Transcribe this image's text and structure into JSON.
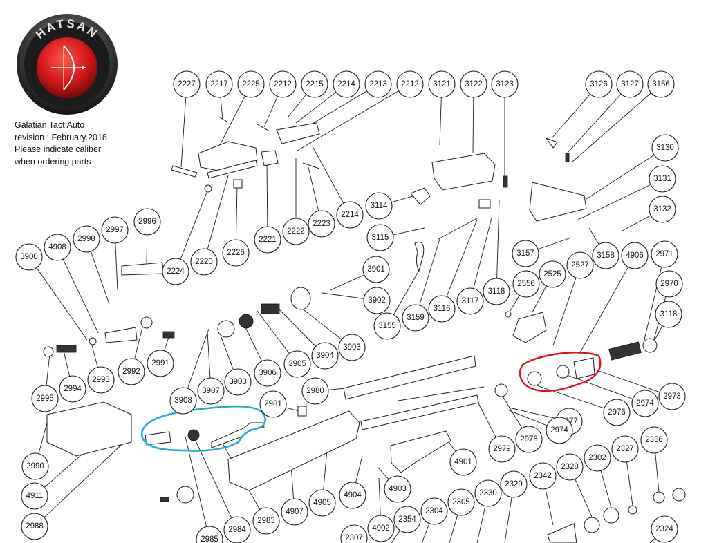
{
  "brand": {
    "logo_text": "HATSAN"
  },
  "info": {
    "model": "Galatian Tact Auto",
    "revision": "revision : February.2018",
    "note_line1": "Please indicate caliber",
    "note_line2": "when ordering parts"
  },
  "callouts": [
    "2227",
    "2217",
    "2225",
    "2212",
    "2215",
    "2214",
    "2213",
    "2212",
    "3121",
    "3122",
    "3123",
    "3126",
    "3127",
    "3156",
    "3130",
    "3131",
    "3132",
    "2214",
    "2223",
    "2222",
    "2221",
    "2226",
    "2220",
    "2224",
    "3114",
    "3115",
    "2996",
    "2997",
    "2998",
    "4908",
    "3900",
    "3157",
    "3158",
    "4906",
    "2971",
    "2527",
    "2525",
    "2556",
    "3118",
    "3117",
    "3116",
    "3159",
    "3155",
    "3901",
    "3902",
    "3903",
    "3904",
    "3905",
    "3906",
    "3903",
    "3907",
    "3908",
    "2970",
    "3118",
    "2992",
    "2991",
    "2993",
    "2994",
    "2995",
    "2980",
    "2981",
    "2976",
    "2974",
    "2973",
    "2977",
    "2974",
    "2978",
    "2979",
    "4901",
    "2990",
    "4911",
    "2988",
    "2985",
    "2984",
    "2983",
    "4907",
    "4905",
    "4904",
    "4903",
    "4902",
    "2307",
    "2354",
    "2304",
    "2305",
    "2330",
    "2329",
    "2342",
    "2328",
    "2302",
    "2327",
    "2356",
    "2324"
  ]
}
